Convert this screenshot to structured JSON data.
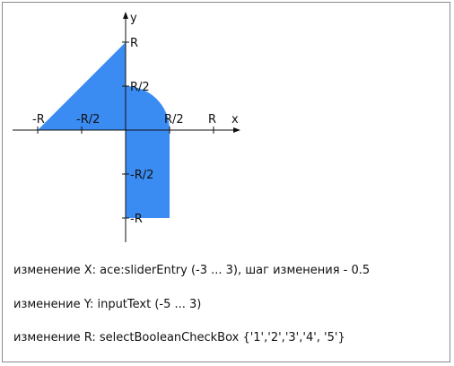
{
  "diagram": {
    "area_color": "#3b8cf2",
    "axis_color": "#111111",
    "axis_x_label": "x",
    "axis_y_label": "y",
    "x_ticks": [
      {
        "label": "-R",
        "value": -1
      },
      {
        "label": "-R/2",
        "value": -0.5
      },
      {
        "label": "R/2",
        "value": 0.5
      },
      {
        "label": "R",
        "value": 1
      }
    ],
    "y_ticks": [
      {
        "label": "R",
        "value": 1
      },
      {
        "label": "R/2",
        "value": 0.5
      },
      {
        "label": "-R/2",
        "value": -0.5
      },
      {
        "label": "-R",
        "value": -1
      }
    ],
    "regions": [
      {
        "shape": "triangle",
        "quadrant": "II",
        "description_points": [
          [
            -1,
            0
          ],
          [
            0,
            1
          ],
          [
            0,
            0
          ]
        ]
      },
      {
        "shape": "quarter-circle",
        "quadrant": "I",
        "radius": 0.5
      },
      {
        "shape": "rectangle",
        "quadrant": "IV",
        "x_range": [
          0,
          0.5
        ],
        "y_range": [
          -1,
          0
        ]
      }
    ]
  },
  "notes": [
    "изменение X: ace:sliderEntry (-3 ... 3), шаг изменения - 0.5",
    "изменение Y: inputText (-5 ... 3)",
    "изменение R: selectBooleanCheckBox {'1','2','3','4', '5'}"
  ]
}
